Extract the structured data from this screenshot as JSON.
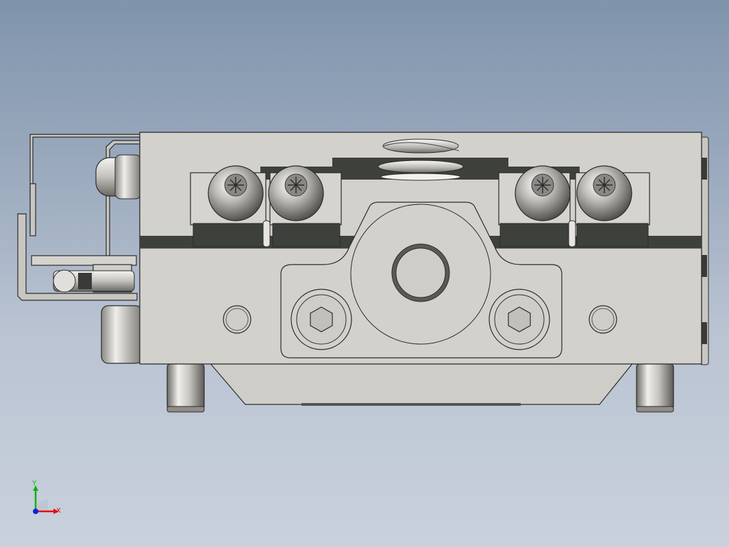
{
  "viewport": {
    "background_top": "#7f94ac",
    "background_bottom": "#c9d1dc"
  },
  "model": {
    "body_color": "#d3d1cb",
    "edge_color": "#2b2b2b",
    "slot_color": "#3e403c",
    "screw_count": 4,
    "socket_head_count": 2,
    "pin_count": 2
  },
  "triad": {
    "x_label": "X",
    "y_label": "Y",
    "x_color": "#e01010",
    "y_color": "#10b010",
    "z_color": "#1020e0"
  }
}
